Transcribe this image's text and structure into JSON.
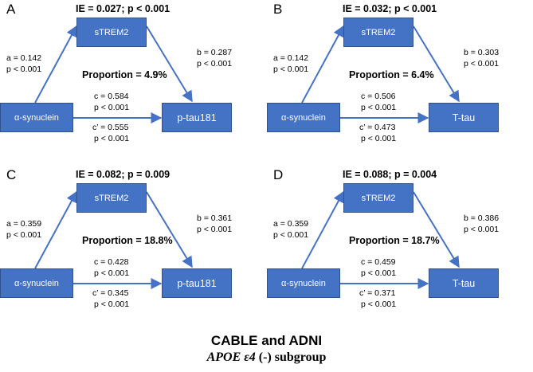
{
  "panels": [
    {
      "letter": "A",
      "ie": "IE = 0.027; p < 0.001",
      "mediator": "sTREM2",
      "a_coef": "a = 0.142",
      "a_p": "p < 0.001",
      "b_coef": "b = 0.287",
      "b_p": "p < 0.001",
      "proportion": "Proportion = 4.9%",
      "source": "α-synuclein",
      "c_coef": "c = 0.584",
      "c_p": "p < 0.001",
      "outcome": "p-tau181",
      "cp_coef": "c’ = 0.555",
      "cp_p": "p < 0.001"
    },
    {
      "letter": "B",
      "ie": "IE = 0.032; p < 0.001",
      "mediator": "sTREM2",
      "a_coef": "a = 0.142",
      "a_p": "p < 0.001",
      "b_coef": "b = 0.303",
      "b_p": "p < 0.001",
      "proportion": "Proportion = 6.4%",
      "source": "α-synuclein",
      "c_coef": "c = 0.506",
      "c_p": "p < 0.001",
      "outcome": "T-tau",
      "cp_coef": "c’ = 0.473",
      "cp_p": "p < 0.001"
    },
    {
      "letter": "C",
      "ie": "IE = 0.082; p = 0.009",
      "mediator": "sTREM2",
      "a_coef": "a = 0.359",
      "a_p": "p < 0.001",
      "b_coef": "b = 0.361",
      "b_p": "p < 0.001",
      "proportion": "Proportion = 18.8%",
      "source": "α-synuclein",
      "c_coef": "c = 0.428",
      "c_p": "p < 0.001",
      "outcome": "p-tau181",
      "cp_coef": "c’ = 0.345",
      "cp_p": "p < 0.001"
    },
    {
      "letter": "D",
      "ie": "IE = 0.088; p = 0.004",
      "mediator": "sTREM2",
      "a_coef": "a = 0.359",
      "a_p": "p < 0.001",
      "b_coef": "b = 0.386",
      "b_p": "p < 0.001",
      "proportion": "Proportion = 18.7%",
      "source": "α-synuclein",
      "c_coef": "c = 0.459",
      "c_p": "p < 0.001",
      "outcome": "T-tau",
      "cp_coef": "c’ = 0.371",
      "cp_p": "p < 0.001"
    }
  ],
  "footer": {
    "title": "CABLE and ADNI",
    "subtitle_italic": "APOE ε4",
    "subtitle_rest": " (-) subgroup"
  },
  "colors": {
    "box_fill": "#4472c4",
    "box_border": "#2f528f",
    "arrow": "#4472c4"
  }
}
